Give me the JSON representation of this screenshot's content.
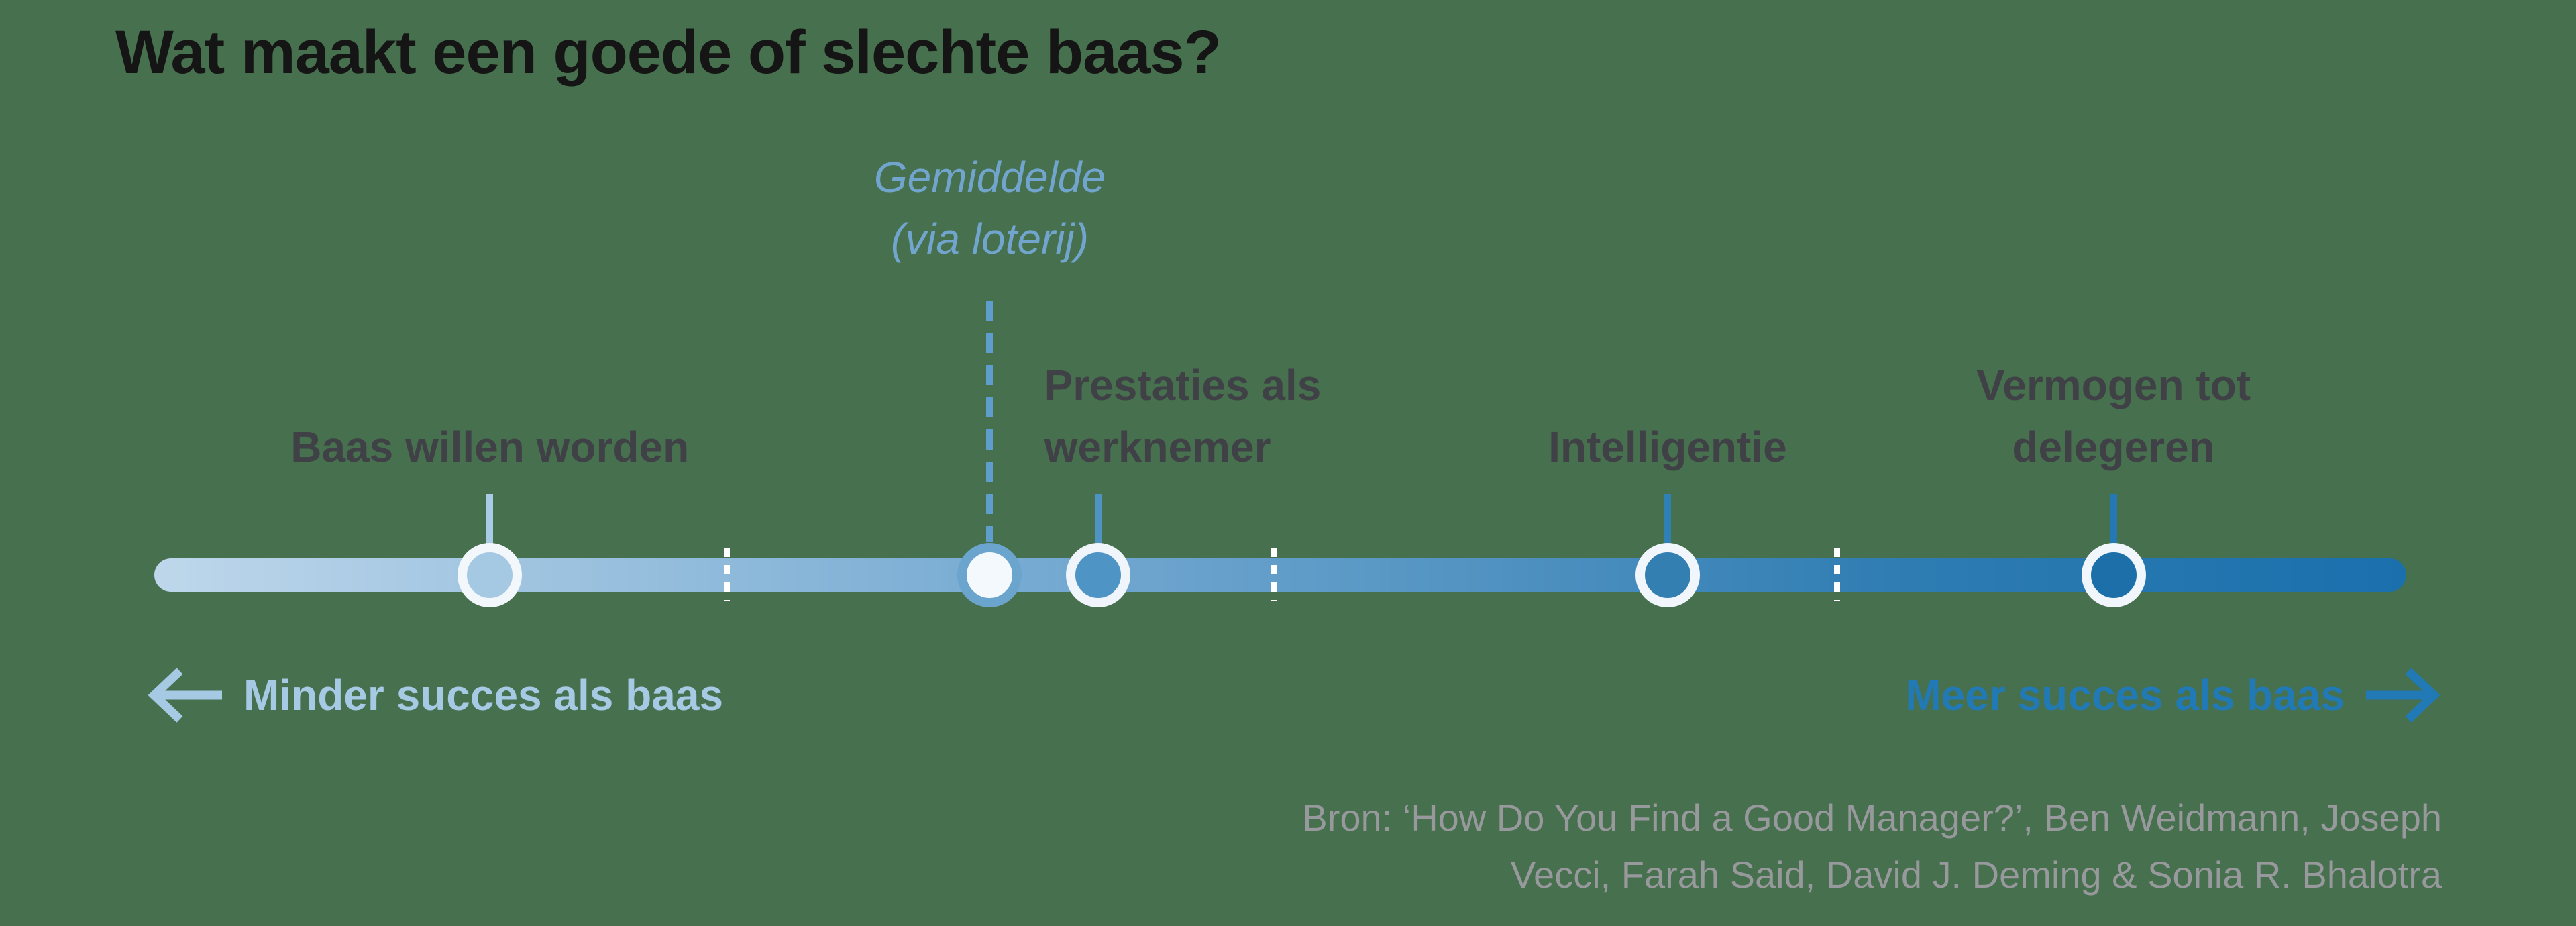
{
  "chart_data": {
    "type": "dot-timeline",
    "title": "Wat maakt een goede of slechte baas?",
    "axis": {
      "left_label": "Minder succes als baas",
      "right_label": "Meer succes als baas",
      "ticks_pos": [
        0.254,
        0.497,
        0.747
      ]
    },
    "bar": {
      "gradient_start": "#bed7eb",
      "gradient_mid": "#74a9d1",
      "gradient_mid2": "#2e7cb2",
      "gradient_end": "#1a70ad",
      "tick_color": "#ffffff"
    },
    "markers": [
      {
        "id": "gemiddelde",
        "lines": [
          "Gemiddelde",
          "(via loterij)"
        ],
        "pos": 0.371,
        "kind": "reference",
        "fill": "#f4f9fd",
        "ring": "#6ba4cd",
        "connector": "#5f9ecc",
        "connector_dashed": true,
        "label_color": "#72a5cd",
        "italic": true,
        "label_pos": "top",
        "label_align": "center",
        "label_dx": 0
      },
      {
        "id": "baas-willen-worden",
        "lines": [
          "Baas willen worden"
        ],
        "pos": 0.149,
        "kind": "trait",
        "fill": "#a6c9e3",
        "ring": "#f2f7fc",
        "connector": "#a9cbe5",
        "connector_dashed": false,
        "label_color": "#3f4146",
        "italic": false,
        "label_pos": "bottom",
        "label_align": "center",
        "label_dx": 0
      },
      {
        "id": "prestaties-als-werknemer",
        "lines": [
          "Prestaties als",
          "werknemer"
        ],
        "pos": 0.419,
        "kind": "trait",
        "fill": "#4e94c4",
        "ring": "#eff5fb",
        "connector": "#4d94c4",
        "connector_dashed": false,
        "label_color": "#3f4146",
        "italic": false,
        "label_pos": "bottom",
        "label_align": "left",
        "label_dx": -80
      },
      {
        "id": "intelligentie",
        "lines": [
          "Intelligentie"
        ],
        "pos": 0.672,
        "kind": "trait",
        "fill": "#347fb2",
        "ring": "#f0f6fc",
        "connector": "#2e80b5",
        "connector_dashed": false,
        "label_color": "#3f4146",
        "italic": false,
        "label_pos": "bottom",
        "label_align": "center",
        "label_dx": 0
      },
      {
        "id": "vermogen-tot-delegeren",
        "lines": [
          "Vermogen tot",
          "delegeren"
        ],
        "pos": 0.87,
        "kind": "trait",
        "fill": "#1d6fa9",
        "ring": "#f0f6fc",
        "connector": "#2478b3",
        "connector_dashed": false,
        "label_color": "#3f4146",
        "italic": false,
        "label_pos": "bottom",
        "label_align": "center",
        "label_dx": 0
      }
    ]
  },
  "source": {
    "line1": "Bron: ‘How Do You Find a Good Manager?’, Ben Weidmann, Joseph",
    "line2": "Vecci, Farah Said, David J. Deming & Sonia R. Bhalotra"
  },
  "colors": {
    "background": "#47704e",
    "title": "#151515",
    "label": "#3f4146",
    "average": "#72a5cd",
    "axis_left": "#a6c9e4",
    "axis_right": "#2179b5",
    "source": "#97999c"
  }
}
